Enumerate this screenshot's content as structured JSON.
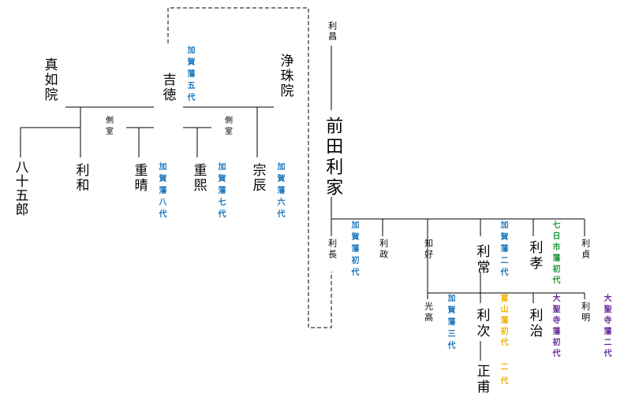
{
  "colors": {
    "line": "#000000",
    "kaga": "#1a75bb",
    "toyama": "#f0b400",
    "nanokaichi": "#1a9a3c",
    "daishoji": "#6a2c9a"
  },
  "people": {
    "toshimasa": "利昌",
    "toshiie": "前田利家",
    "yoshinori": "吉徳",
    "shinnyoin": "真如院",
    "jojuin": "浄珠院",
    "yasogoro": "八十五郎",
    "toshikazu": "利和",
    "shigehiro": "重晴",
    "shigemitsu": "重煕",
    "munetoki": "宗辰",
    "toshinaga": "利長",
    "toshimasa2": "利政",
    "tomoyoshi": "知好",
    "toshitsune": "利常",
    "toshitaka": "利孝",
    "toshisada": "利貞",
    "mitsutaka": "光高",
    "toshitsugu": "利次",
    "toshiharu": "利治",
    "toshiaki": "利明",
    "masatoshi": "正甫"
  },
  "concubine_label": "側室",
  "tags": {
    "yoshinori": "加賀藩五代",
    "shigehiro": "加賀藩八代",
    "shigemitsu": "加賀藩七代",
    "munetoki": "加賀藩六代",
    "toshinaga": "加賀藩初代",
    "toshitsune": "加賀藩二代",
    "toshitaka": "七日市藩初代",
    "mitsutaka": "加賀藩三代",
    "toshitsugu": "富山藩初代",
    "toshiharu": "大聖寺藩初代",
    "toshiaki": "大聖寺藩二代",
    "masatoshi": "二代"
  }
}
